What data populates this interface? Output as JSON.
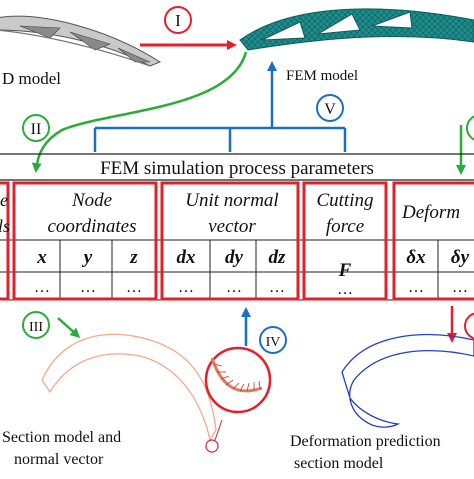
{
  "captions": {
    "cad_model": "D model",
    "fem_model": "FEM model",
    "section_model_line1": "Section model and",
    "section_model_line2": "normal vector",
    "deformation_line1": "Deformation prediction",
    "deformation_line2": "section model"
  },
  "steps": {
    "step1": "I",
    "step2": "II",
    "step3": "III",
    "step4": "IV",
    "step5": "V"
  },
  "table": {
    "title": "FEM simulation process parameters",
    "left_clipped_1": "e",
    "left_clipped_2": "ls",
    "groups": {
      "node_coordinates_1": "Node",
      "node_coordinates_2": "coordinates",
      "unit_normal_1": "Unit normal",
      "unit_normal_2": "vector",
      "cutting_force_1": "Cutting",
      "cutting_force_2": "force",
      "deformation": "Deform"
    },
    "sub": {
      "x": "x",
      "y": "y",
      "z": "z",
      "dx": "dx",
      "dy": "dy",
      "dz": "dz",
      "F": "F",
      "ddx": "δx",
      "ddy": "δy"
    },
    "ellipsis": "…"
  },
  "colors": {
    "red": "#e0202a",
    "green": "#2bab3a",
    "blue": "#1a6fc4",
    "teal": "#1f8c8c"
  }
}
